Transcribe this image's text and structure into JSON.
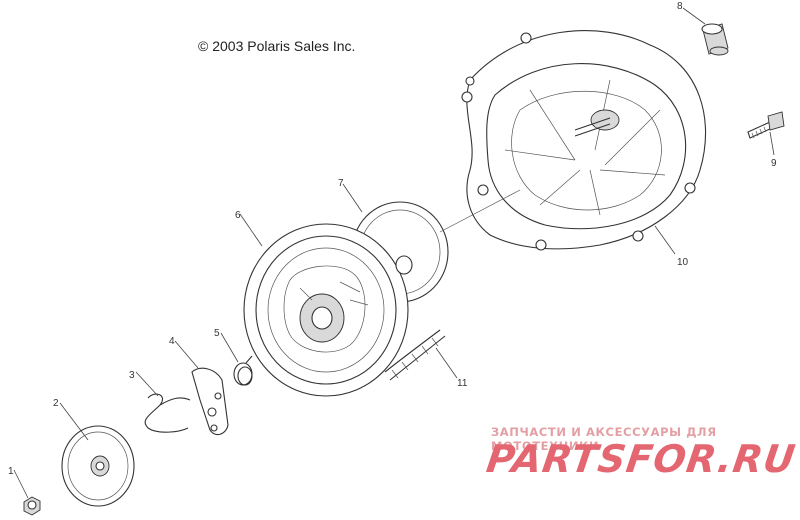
{
  "copyright": "© 2003 Polaris Sales Inc.",
  "watermark": {
    "subtitle": "ЗАПЧАСТИ И АКСЕССУАРЫ ДЛЯ МОТОТЕХНИКИ",
    "logo": "PARTSFOR.RU",
    "color": "#e46670"
  },
  "callouts": {
    "c1": "1",
    "c2": "2",
    "c3": "3",
    "c4": "4",
    "c5": "5",
    "c6": "6",
    "c7": "7",
    "c8": "8",
    "c9": "9",
    "c10": "10",
    "c11": "11"
  }
}
